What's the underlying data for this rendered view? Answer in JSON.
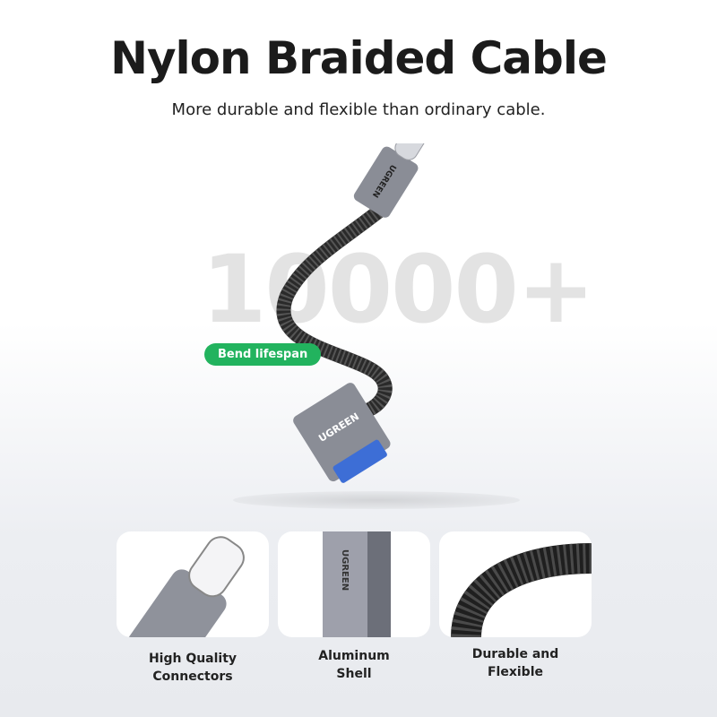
{
  "header": {
    "title": "Nylon Braided Cable",
    "subtitle": "More durable and flexible than ordinary cable."
  },
  "hero": {
    "big_number": "10000+",
    "badge": "Bend lifespan",
    "badge_color": "#22b35e",
    "brand": "UGREEN"
  },
  "features": [
    {
      "line1": "High Quality",
      "line2": "Connectors",
      "icon": "usb-c-connector"
    },
    {
      "line1": "Aluminum",
      "line2": "Shell",
      "icon": "aluminum-shell"
    },
    {
      "line1": "Durable and",
      "line2": "Flexible",
      "icon": "braided-cable"
    }
  ]
}
